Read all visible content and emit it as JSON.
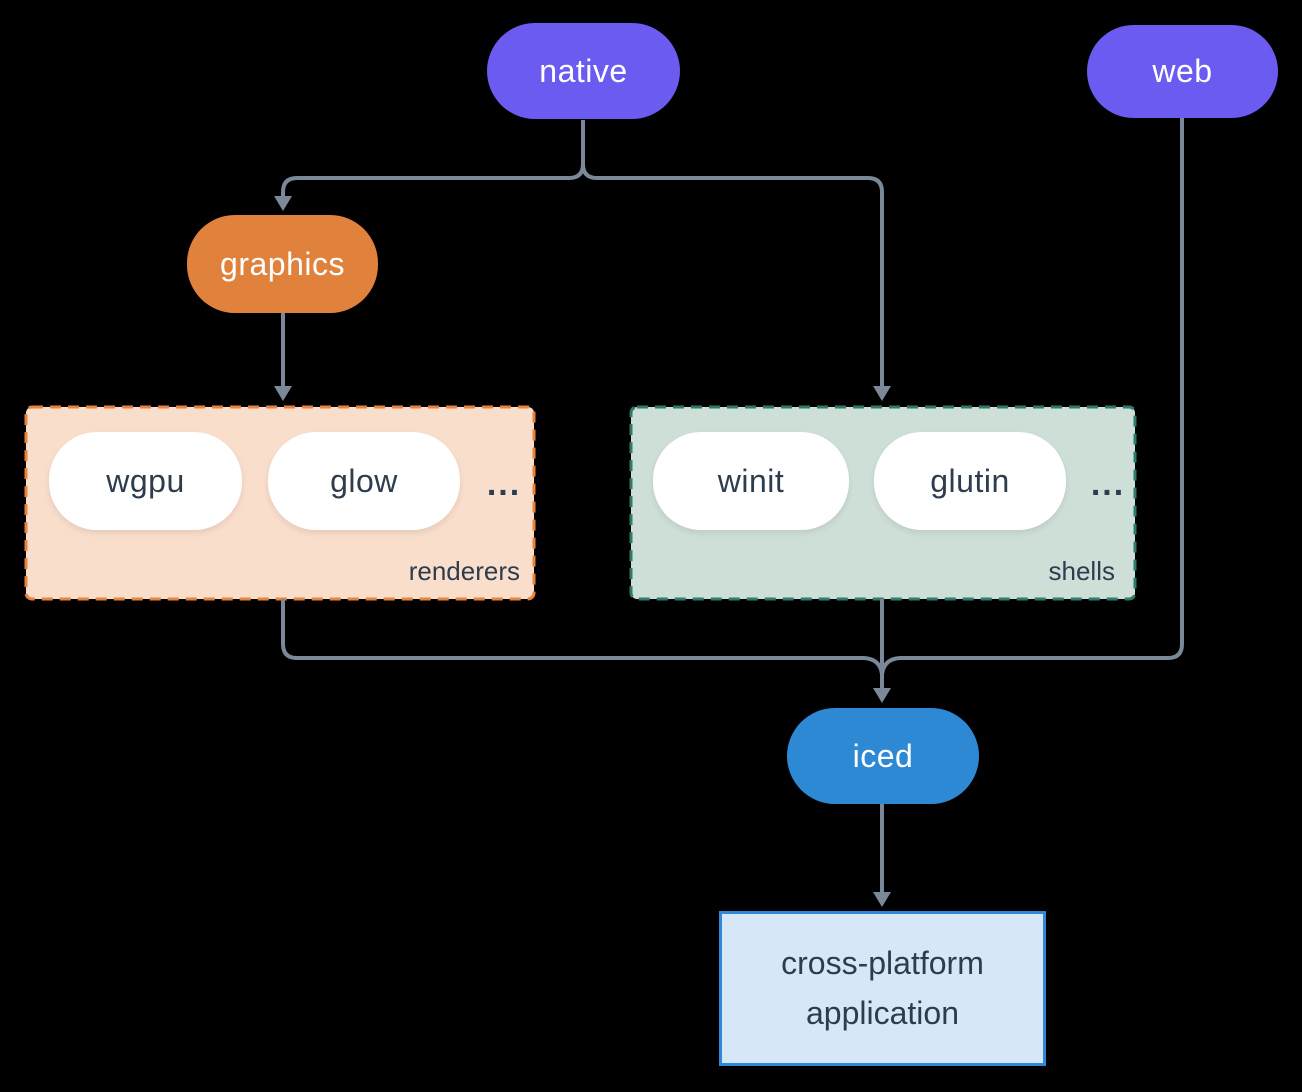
{
  "diagram": {
    "nodes": {
      "native": {
        "label": "native"
      },
      "web": {
        "label": "web"
      },
      "graphics": {
        "label": "graphics"
      },
      "iced": {
        "label": "iced"
      },
      "app": {
        "label": "cross-platform application"
      }
    },
    "groups": {
      "renderers": {
        "label": "renderers",
        "items": [
          "wgpu",
          "glow"
        ],
        "ellipsis": "..."
      },
      "shells": {
        "label": "shells",
        "items": [
          "winit",
          "glutin"
        ],
        "ellipsis": "..."
      }
    }
  },
  "colors": {
    "canvasBg": "#000000",
    "purple": "#6B5BF0",
    "orange": "#E0813C",
    "blue": "#2E89D5",
    "peachFill": "#F9DECC",
    "peachBorder": "#E8833C",
    "sageFill": "#CEDFD8",
    "sageBorder": "#2E7A6C",
    "appFill": "#D6E7F7",
    "appBorder": "#3086D8",
    "line": "#7A8899",
    "darkText": "#2E3D4E",
    "pillWhite": "#FFFFFF"
  }
}
